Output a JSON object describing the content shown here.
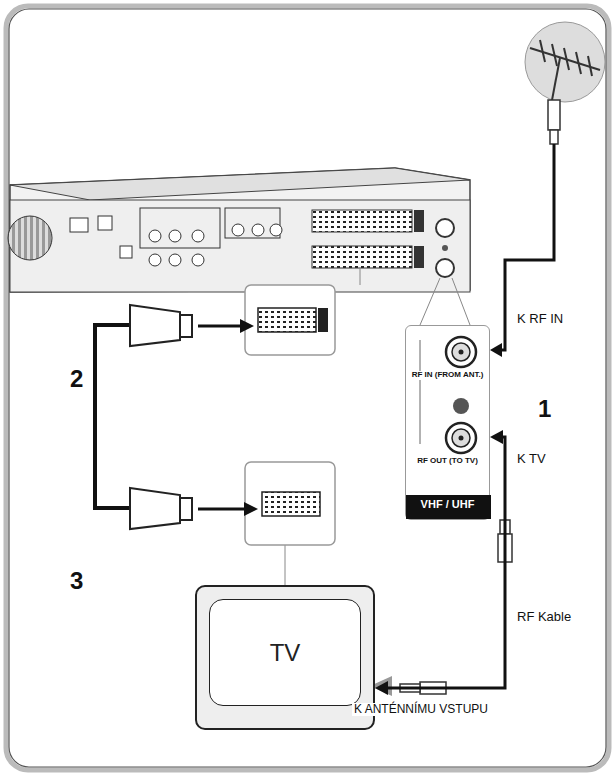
{
  "diagram": {
    "nodes": [
      {
        "text": [
          "RF IN (FROM ANT.)",
          "RF OUT (TO TV)",
          "VHF / UHF"
        ]
      },
      {
        "text": [
          "TV"
        ]
      }
    ],
    "edges": [
      {
        "from": 0,
        "to": 1,
        "arrow": "both",
        "label": "RF Kable"
      }
    ],
    "labels": [
      "K RF IN",
      "1",
      "K TV",
      "2",
      "3",
      "K ANTÉNNÍMU VSTUPU"
    ]
  }
}
